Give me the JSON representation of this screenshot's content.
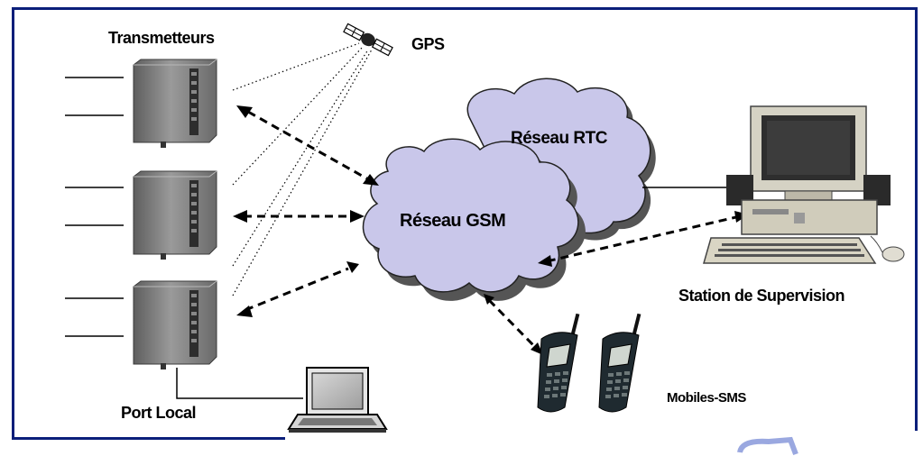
{
  "diagram": {
    "transmitters_title": "Transmetteurs",
    "gps_label": "GPS",
    "rtc_network_label": "Réseau RTC",
    "gsm_network_label": "Réseau GSM",
    "supervision_station_label": "Station de Supervision",
    "mobiles_label": "Mobiles-SMS",
    "local_port_label": "Port Local"
  },
  "colors": {
    "frame_border": "#0b1f7a",
    "cloud_fill": "#c9c7ea",
    "cloud_shadow": "#555555",
    "transmitter_body": "#8a8a8a",
    "connector_line": "#000000"
  },
  "icons": [
    "satellite-icon",
    "transmitter-icon",
    "cloud-icon",
    "computer-icon",
    "laptop-icon",
    "mobile-phone-icon"
  ]
}
